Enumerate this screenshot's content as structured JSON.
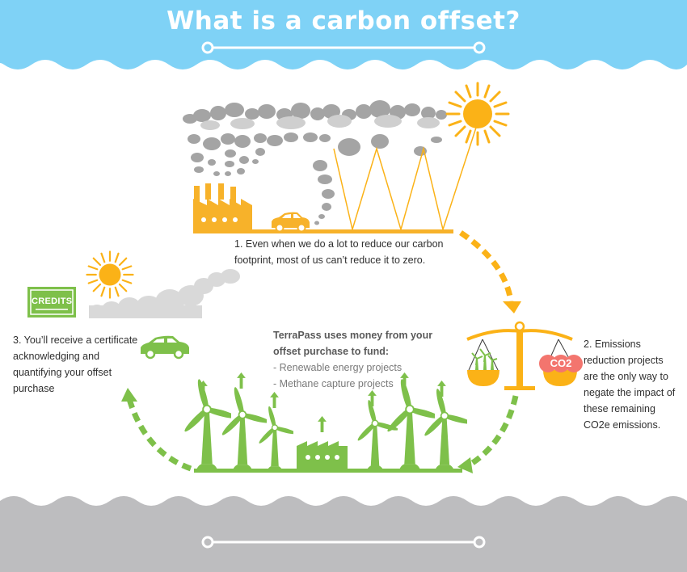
{
  "header": {
    "title": "What is a carbon offset?"
  },
  "steps": [
    {
      "text": "1. Even when we do a lot to reduce our carbon footprint, most of us can’t reduce it to zero."
    },
    {
      "text": "2. Emissions reduction projects are the only way to negate the impact of these remaining CO2e emissions."
    },
    {
      "text": "3. You’ll receive a certificate acknowledging and quantifying your offset purchase"
    }
  ],
  "funding": {
    "heading": "TerraPass uses money from your offset purchase to fund:",
    "items": [
      "- Renewable energy projects",
      "- Methane capture projects"
    ]
  },
  "certificate": {
    "label": "CREDITS"
  },
  "scale": {
    "label": "CO2"
  },
  "colors": {
    "sky_blue": "#7fd2f6",
    "sun_orange": "#fbb217",
    "factory_orange": "#f7b22a",
    "smoke_gray": "#a4a4a4",
    "cloud_light": "#d9d9d9",
    "green": "#7ec04a",
    "co2_red": "#f3756e",
    "bottom_gray": "#bdbdbf"
  },
  "icons": [
    "sun-icon",
    "factory-icon",
    "car-icon",
    "scale-icon",
    "certificate-icon",
    "wind-turbine-icon",
    "arrow-up-icon",
    "dashed-arrow"
  ]
}
